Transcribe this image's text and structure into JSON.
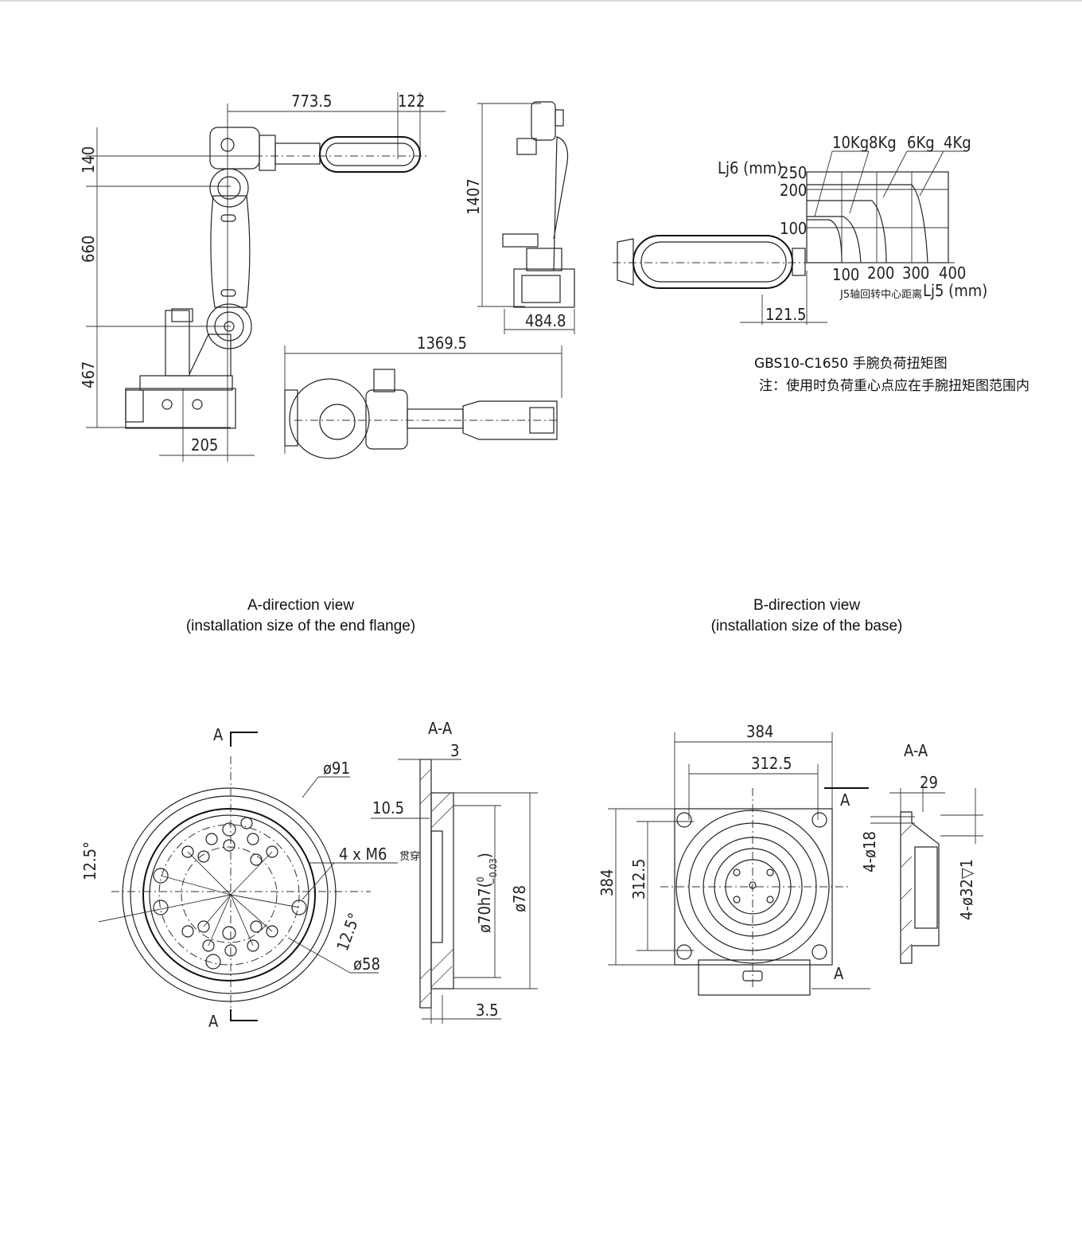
{
  "dims_top": {
    "d773": "773.5",
    "d122": "122",
    "d140": "140",
    "d660": "660",
    "d467": "467",
    "d205": "205",
    "d1407": "1407",
    "d484": "484.8",
    "d1369": "1369.5"
  },
  "torque_chart": {
    "ylabel": "Lj6 (mm)",
    "yticks": [
      "250",
      "200",
      "100"
    ],
    "xticks": [
      "100",
      "200",
      "300",
      "400"
    ],
    "xlabel_cn": "J5轴回转中心距离",
    "xlabel": "Lj5 (mm)",
    "loads": [
      "10Kg",
      "8Kg",
      "6Kg",
      "4Kg"
    ],
    "offset": "121.5",
    "title": "GBS10-C1650 手腕负荷扭矩图",
    "note": "注：使用时负荷重心点应在手腕扭矩图范围内"
  },
  "captions": {
    "a_line1": "A-direction view",
    "a_line2": "(installation size of the end flange)",
    "b_line1": "B-direction view",
    "b_line2": "(installation size of the base)"
  },
  "flange": {
    "d91": "ø91",
    "m6": "4 x M6",
    "m6_note": "贯穿",
    "angle1": "12.5°",
    "angle2": "12.5°",
    "d58": "ø58",
    "sec": "A-A",
    "a_top": "A",
    "a_bot": "A",
    "t3": "3",
    "t105": "10.5",
    "d70": "ø70h7(",
    "d70_tol_up": "0",
    "d70_tol_dn": "−0.03",
    "d70_close": ")",
    "d78": "ø78",
    "t35": "3.5"
  },
  "base": {
    "w384": "384",
    "w3125": "312.5",
    "h384": "384",
    "h3125": "312.5",
    "sec": "A-A",
    "a_top": "A",
    "a_bot": "A",
    "t29": "29",
    "holes18": "4-ø18",
    "holes32": "4-ø32▽1"
  }
}
